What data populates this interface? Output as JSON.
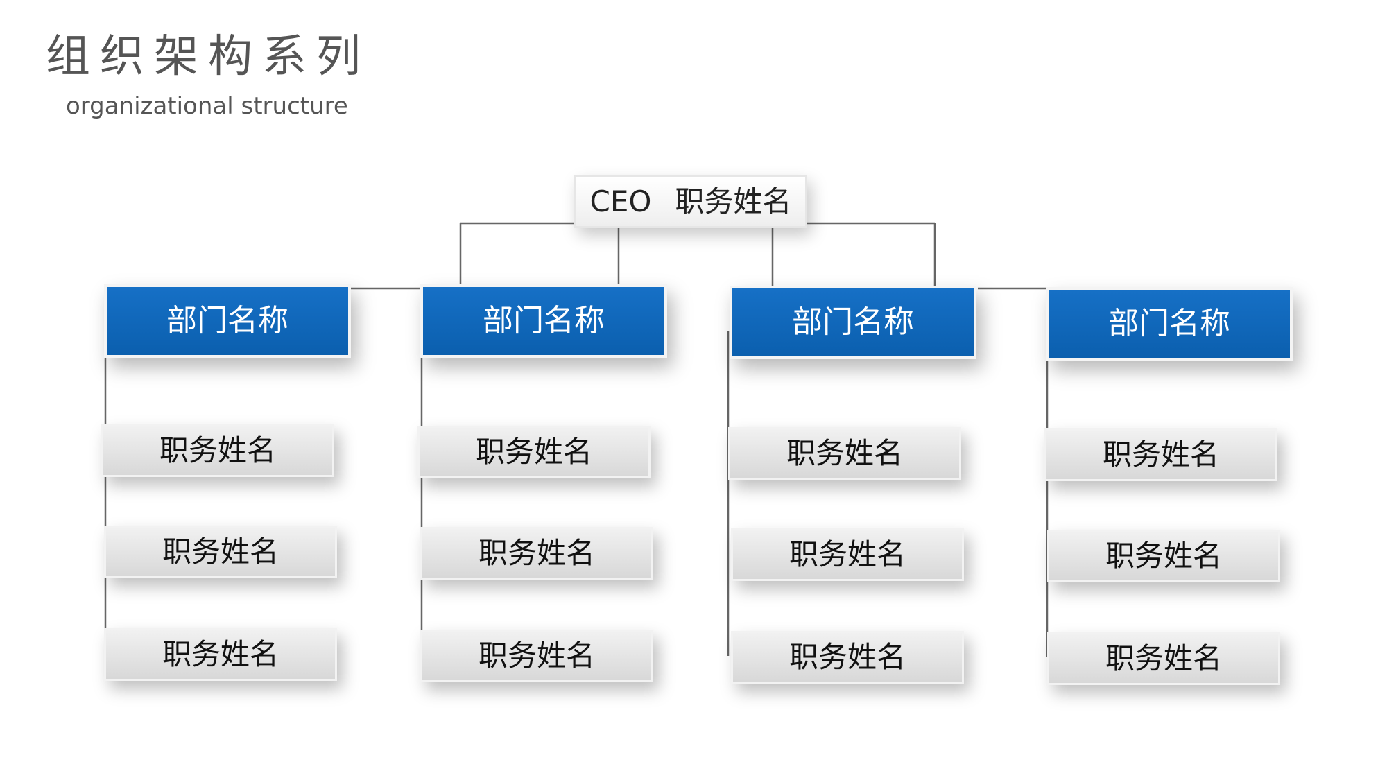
{
  "header": {
    "title_cn": "组织架构系列",
    "title_en": "organizational structure"
  },
  "ceo": {
    "tag": "CEO",
    "name": "职务姓名"
  },
  "departments": [
    {
      "name": "部门名称",
      "positions": [
        "职务姓名",
        "职务姓名",
        "职务姓名"
      ]
    },
    {
      "name": "部门名称",
      "positions": [
        "职务姓名",
        "职务姓名",
        "职务姓名"
      ]
    },
    {
      "name": "部门名称",
      "positions": [
        "职务姓名",
        "职务姓名",
        "职务姓名"
      ]
    },
    {
      "name": "部门名称",
      "positions": [
        "职务姓名",
        "职务姓名",
        "职务姓名"
      ]
    }
  ],
  "colors": {
    "department_fill": "#0b66bd",
    "position_fill": "#e2e2e2",
    "connector": "#666666",
    "title_text": "#555555"
  }
}
